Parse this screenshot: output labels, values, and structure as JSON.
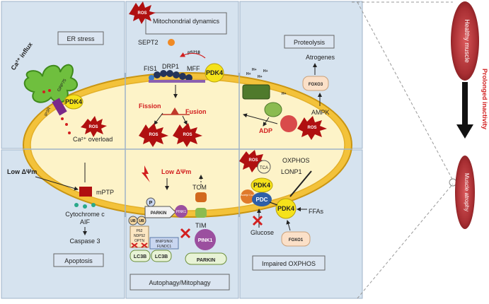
{
  "boxes": {
    "er_stress": "ER stress",
    "mito_dynamics": "Mitochondrial dynamics",
    "proteolysis": "Proteolysis",
    "apoptosis": "Apoptosis",
    "autophagy": "Autophagy/Mitophagy",
    "impaired_oxphos": "Impaired OXPHOS"
  },
  "er": {
    "ca_influx": "Ca²⁺ influx",
    "ip3r": "IP3R",
    "grp75": "GRP75",
    "pdk4": "PDK4",
    "ros": "ROS",
    "ca_overload": "Ca²⁺ overload"
  },
  "dynamics": {
    "ros_top": "ROS",
    "sept2": "SEPT2",
    "ps218": "pS218",
    "fis1": "FIS1",
    "drp1": "DRP1",
    "mff": "MFF",
    "pdk4": "PDK4",
    "fission": "Fission",
    "fusion": "Fusion",
    "ros1": "ROS",
    "ros2": "ROS"
  },
  "proteolysis": {
    "h1": "H+",
    "h2": "H+",
    "h3": "H+",
    "h4": "H+",
    "h5": "H+",
    "atrogenes": "Atrogenes",
    "foxo3": "FOXO3",
    "ampk": "AMPK",
    "adp": "ADP",
    "ros": "ROS"
  },
  "oxphos": {
    "ros": "ROS",
    "tca": "TCA",
    "oxphos": "OXPHOS",
    "lonp1": "LONP1",
    "pdk4_top": "PDK4",
    "pdc": "PDC",
    "acetyl": "Acetyl\nCoA",
    "pdk4_bottom": "PDK4",
    "ffas": "FFAs",
    "glucose": "Glucose",
    "foxo1": "FOXO1"
  },
  "apoptosis": {
    "low_dpsi": "Low ΔΨm",
    "mptp": "mPTP",
    "cytc": "Cytochrome c",
    "aif": "AIF",
    "caspase": "Caspase 3"
  },
  "autophagy": {
    "low_dpsi": "Low ΔΨm",
    "tom": "TOM",
    "tim": "TIM",
    "p": "P",
    "parkin": "PARKIN",
    "pink1_small": "PINK1",
    "pink1": "PINK1",
    "parkin2": "PARKIN",
    "ub1": "UB",
    "ub2": "UB",
    "p62": "P62",
    "ndp52": "NDP52",
    "optn": "OPTN",
    "bnip3": "BNIP3/NIX",
    "fundc1": "FUNDC1",
    "lc3b1": "LC3B",
    "lc3b2": "LC3B"
  },
  "muscle": {
    "healthy": "Healthy muscle",
    "atrophy": "Muscle atrophy",
    "prolonged": "Prolonged inactivity"
  },
  "colors": {
    "panel": "#d6e3ef",
    "mito": "#f3c23a",
    "matrix": "#fdf3c8",
    "pdk4": "#f5e21a",
    "ros": "#b01010",
    "accent_red": "#d21f1f"
  }
}
